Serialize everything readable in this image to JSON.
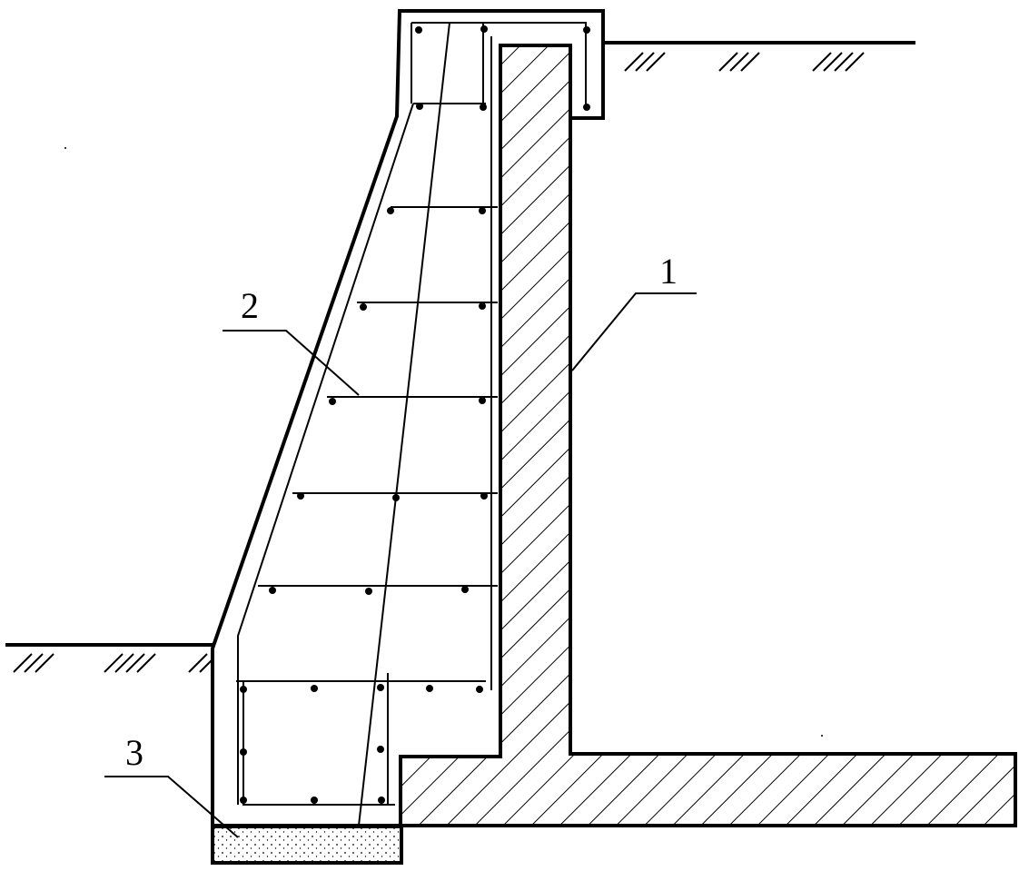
{
  "labels": {
    "one": "1",
    "two": "2",
    "three": "3"
  },
  "colors": {
    "ink": "#000000",
    "background": "#ffffff",
    "cushion_fill": "#f4f1ea"
  }
}
